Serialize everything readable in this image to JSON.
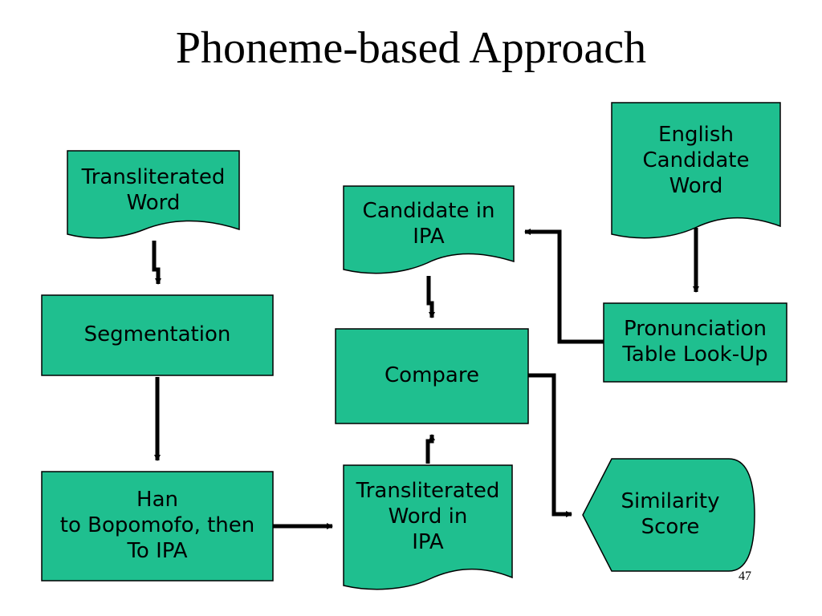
{
  "title": "Phoneme-based Approach",
  "page_number": "47",
  "fill_color": "#1fbf8f",
  "stroke_color": "#000000",
  "nodes": {
    "transliterated_word": "Transliterated\nWord",
    "segmentation": "Segmentation",
    "han_to_ipa": "Han\nto Bopomofo, then\nTo IPA",
    "candidate_in_ipa": "Candidate in\nIPA",
    "compare": "Compare",
    "transliterated_word_ipa": "Transliterated\nWord in\nIPA",
    "english_candidate_word": "English\nCandidate\nWord",
    "pronunciation_lookup": "Pronunciation\nTable Look-Up",
    "similarity_score": "Similarity\nScore"
  }
}
